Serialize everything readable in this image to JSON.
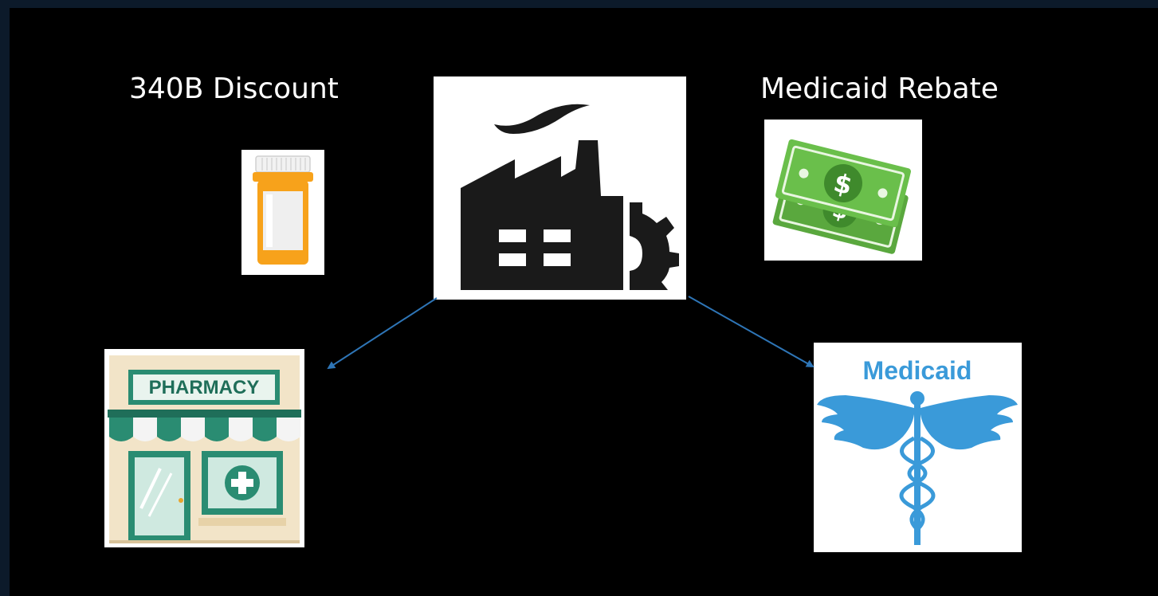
{
  "labels": {
    "left": "340B Discount",
    "right": "Medicaid Rebate"
  },
  "pharmacy": {
    "sign_text": "PHARMACY"
  },
  "medicaid": {
    "logo_text": "Medicaid"
  },
  "money": {
    "symbol": "$"
  },
  "icons": {
    "pill_bottle": "pill-bottle-icon",
    "factory": "factory-icon",
    "money": "money-icon",
    "pharmacy": "pharmacy-icon",
    "medicaid": "medicaid-logo-icon"
  },
  "colors": {
    "background": "#000000",
    "text": "#ffffff",
    "arrow": "#2e75b6",
    "pharmacy_green": "#2a8c72",
    "medicaid_blue": "#3a9ad9",
    "money_green": "#6abf4b",
    "bottle_orange": "#f7a21b"
  }
}
